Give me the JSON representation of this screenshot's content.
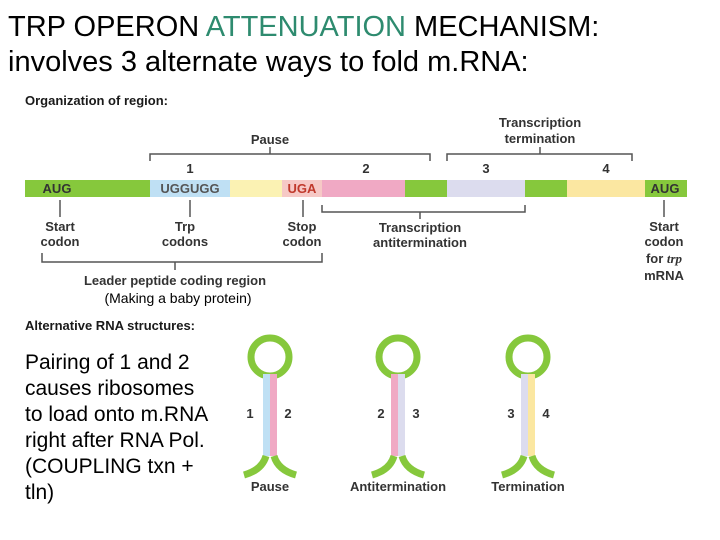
{
  "title": {
    "part1": "TRP OPERON ",
    "accent": "ATTENUATION",
    "part2": " MECHANISM:",
    "line2": "involves 3 alternate ways to fold m.RNA:"
  },
  "colors": {
    "accent": "#2e8b6f",
    "green": "#86c83c",
    "blue": "#bfe0f4",
    "red": "#d9534f",
    "pink": "#f0a9c4",
    "lavender": "#dcdcee",
    "yellow": "#fbe7a1",
    "paleyellow": "#fbf2b3"
  },
  "organization": {
    "heading": "Organization of region:",
    "pause": "Pause",
    "termination_line1": "Transcription",
    "termination_line2": "termination",
    "region_numbers": [
      "1",
      "2",
      "3",
      "4"
    ],
    "segments": {
      "aug_start": "AUG",
      "trp_codons": "UGGUGG",
      "uga": "UGA",
      "aug_end": "AUG"
    },
    "start_codon_line1": "Start",
    "start_codon_line2": "codon",
    "trp_codons_line1": "Trp",
    "trp_codons_line2": "codons",
    "stop_codon_line1": "Stop",
    "stop_codon_line2": "codon",
    "antitermination_line1": "Transcription",
    "antitermination_line2": "antitermination",
    "start_trp_line1": "Start",
    "start_trp_line2": "codon",
    "start_trp_line3_a": "for ",
    "start_trp_line3_b": "trp",
    "start_trp_line4": "mRNA",
    "leader_label": "Leader peptide coding region",
    "note": "(Making a baby protein)"
  },
  "alternatives": {
    "heading": "Alternative RNA structures:",
    "pause": {
      "left": "1",
      "right": "2",
      "label": "Pause"
    },
    "antitermination": {
      "left": "2",
      "right": "3",
      "label": "Antitermination"
    },
    "termination": {
      "left": "3",
      "right": "4",
      "label": "Termination"
    }
  },
  "body_text": {
    "lines": [
      "Pairing of 1 and 2",
      "causes ribosomes",
      "to load onto m.RNA",
      "right after RNA Pol.",
      "(COUPLING txn +",
      "tln)"
    ]
  }
}
